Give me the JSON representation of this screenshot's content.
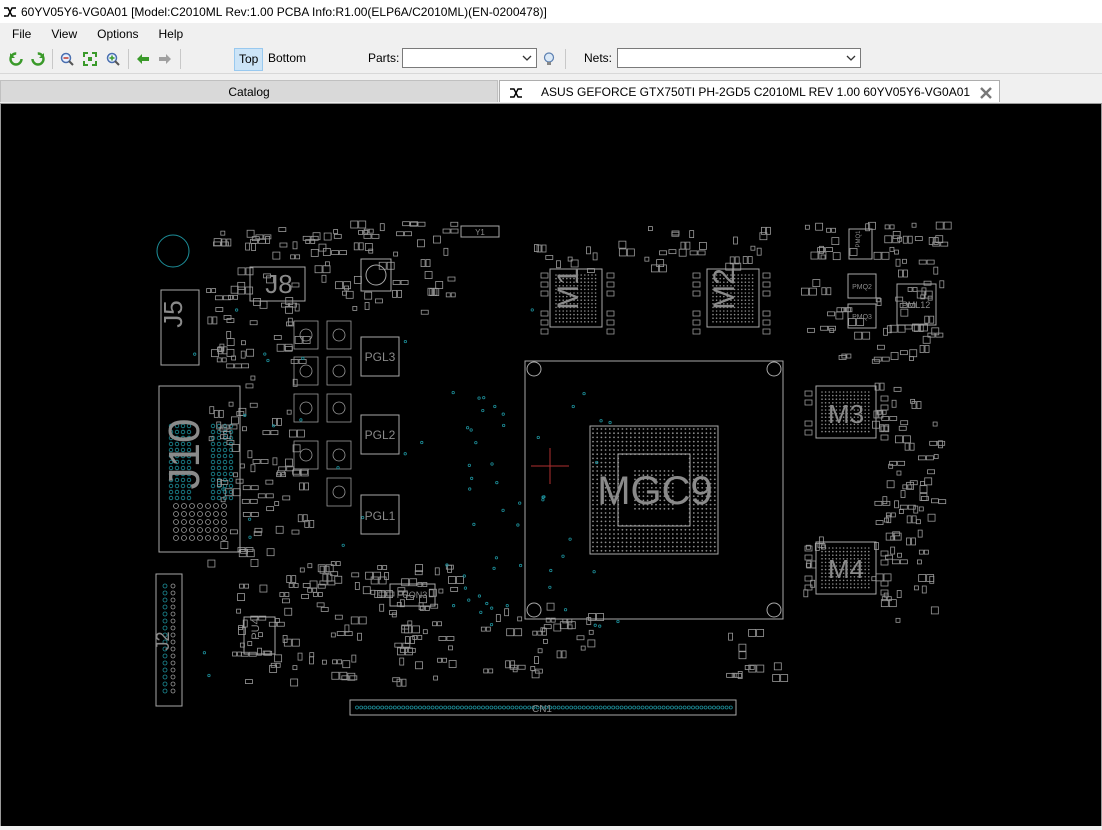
{
  "window": {
    "title": "60YV05Y6-VG0A01 [Model:C2010ML Rev:1.00 PCBA Info:R1.00(ELP6A/C2010ML)(EN-0200478)]"
  },
  "menu": [
    "File",
    "View",
    "Options",
    "Help"
  ],
  "toolbar": {
    "buttons": [
      "rotate-ccw-icon",
      "rotate-cw-icon",
      "zoom-out-icon",
      "zoom-fit-icon",
      "zoom-in-icon",
      "back-arrow-icon",
      "forward-arrow-icon"
    ],
    "side_top": "Top",
    "side_bottom": "Bottom",
    "parts_label": "Parts:",
    "parts_value": "",
    "nets_label": "Nets:",
    "nets_value": ""
  },
  "tabs": {
    "catalog": "Catalog",
    "document": "ASUS GEFORCE GTX750TI PH-2GD5 C2010ML REV 1.00 60YV05Y6-VG0A01"
  },
  "board": {
    "labels": {
      "j5": "J5",
      "j8": "J8",
      "j10": "J10",
      "j2": "J2",
      "m1": "M1",
      "m2": "M2",
      "m3": "M3",
      "m4": "M4",
      "gpu": "MGC9",
      "pgl1": "PGL1",
      "pgl2": "PGL2",
      "pgl3": "PGL3",
      "pml12": "PML12",
      "pu4": "PU4",
      "fcon3": "FCON3",
      "cn1": "CN1",
      "y1": "Y1",
      "pmq1": "PMQ1",
      "pmq2": "PMQ2",
      "pmq3": "PMQ3"
    }
  },
  "colors": {
    "board_outline": "#a8a8a8",
    "pad_teal": "#1d8f9a",
    "canvas_bg": "#000000",
    "cursor": "#b03030"
  }
}
